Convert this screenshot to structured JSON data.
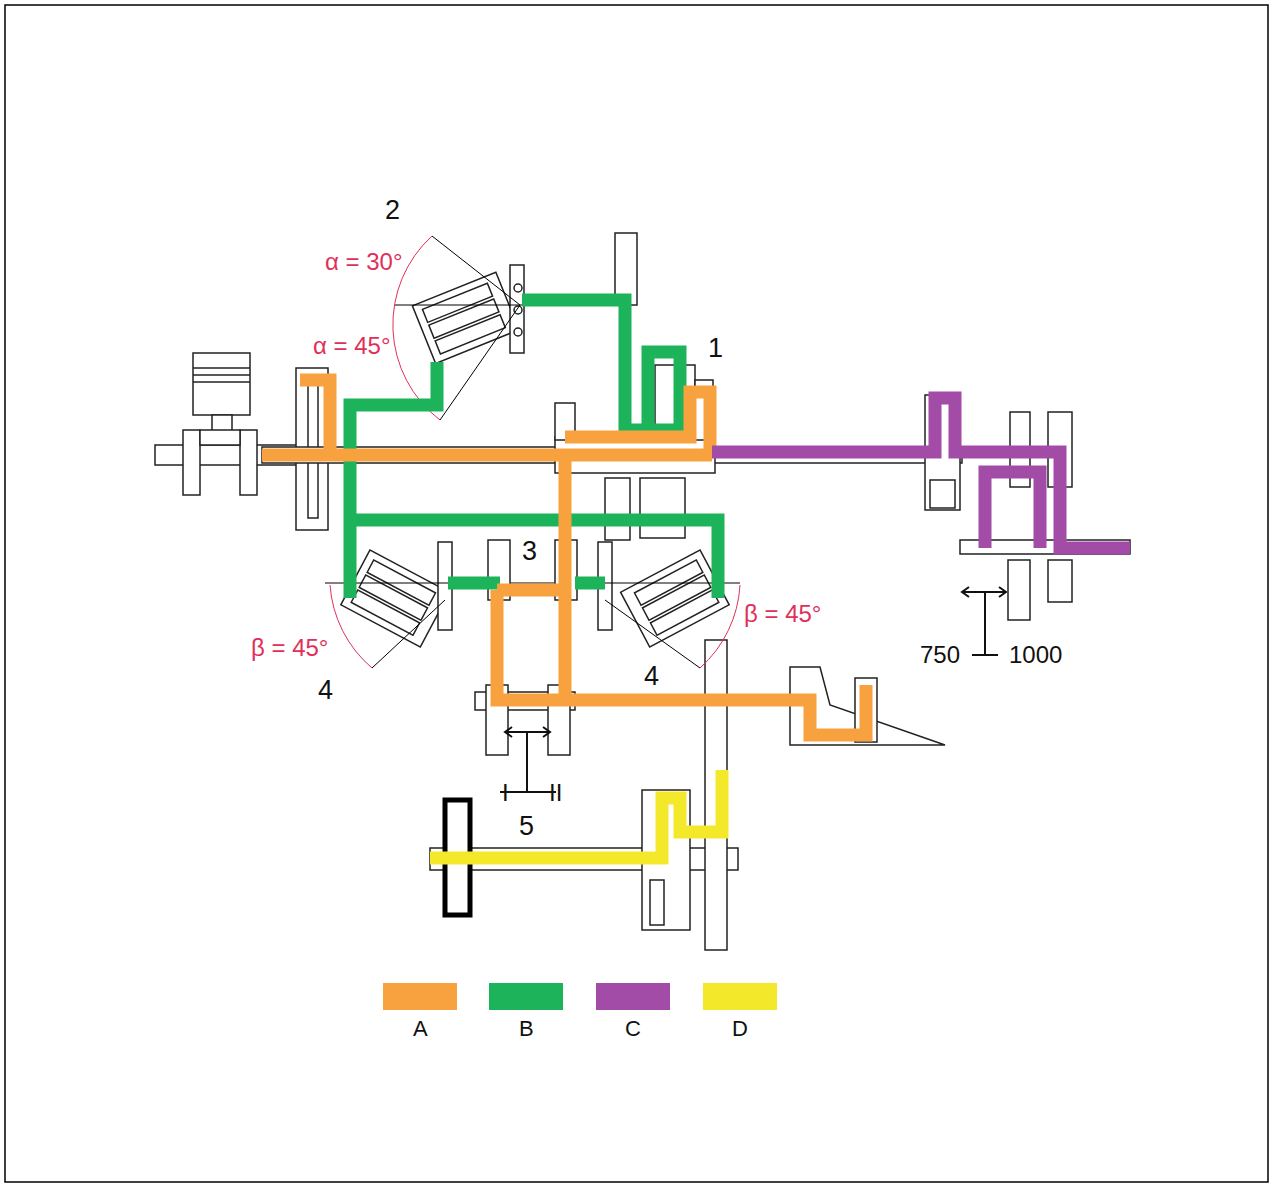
{
  "diagram": {
    "labels": [
      "2",
      "α = 30°",
      "α = 45°",
      "1",
      "3",
      "β = 45°",
      "β = 45°",
      "4",
      "4",
      "750",
      "1000",
      "I",
      "II",
      "5"
    ],
    "legend": [
      {
        "text": "A",
        "color": "#f7a23e"
      },
      {
        "text": "B",
        "color": "#1db35b"
      },
      {
        "text": "C",
        "color": "#a24ca8"
      },
      {
        "text": "D",
        "color": "#f3e92a"
      }
    ]
  }
}
